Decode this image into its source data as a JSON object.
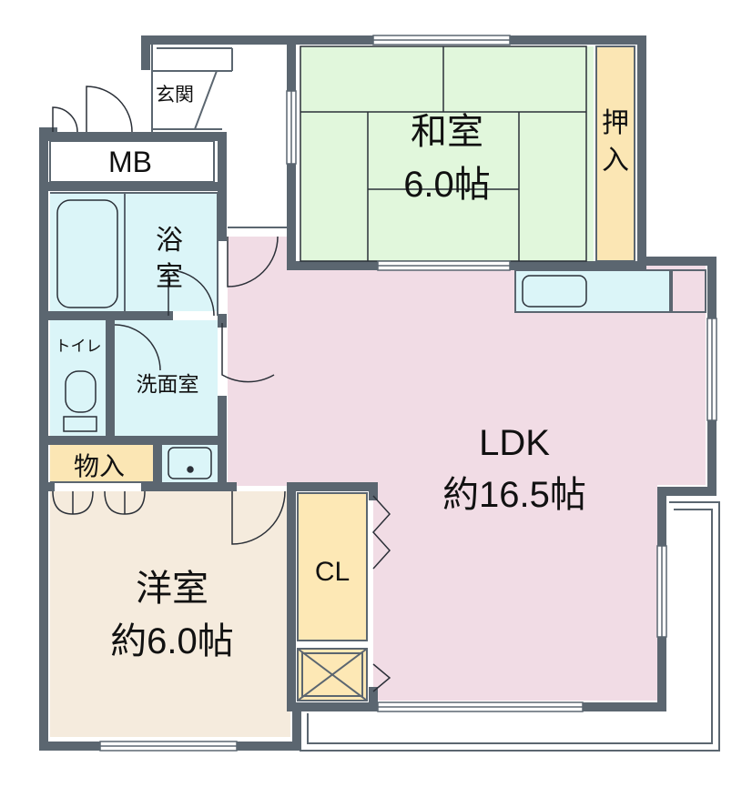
{
  "rooms": {
    "washitsu": {
      "name": "和室",
      "size": "6.0帖"
    },
    "oshiire": {
      "name_line1": "押",
      "name_line2": "入"
    },
    "genkan": {
      "name": "玄関"
    },
    "mb": {
      "name": "MB"
    },
    "bath": {
      "name_line1": "浴",
      "name_line2": "室"
    },
    "toilet": {
      "name": "トイレ"
    },
    "washroom": {
      "name": "洗面室"
    },
    "monoire": {
      "name": "物入"
    },
    "youshitsu": {
      "name": "洋室",
      "size": "約6.0帖"
    },
    "closet": {
      "name": "CL"
    },
    "ldk": {
      "name": "LDK",
      "size": "約16.5帖"
    }
  },
  "colors": {
    "wall": "#5b6670",
    "washitsu_fill": "#e1f7dc",
    "oshiire_fill": "#fbe6b4",
    "wet_fill": "#dbf5f8",
    "ldk_fill": "#f1dce5",
    "youshitsu_fill": "#f5ebdd",
    "storage_fill": "#fde8b5"
  }
}
